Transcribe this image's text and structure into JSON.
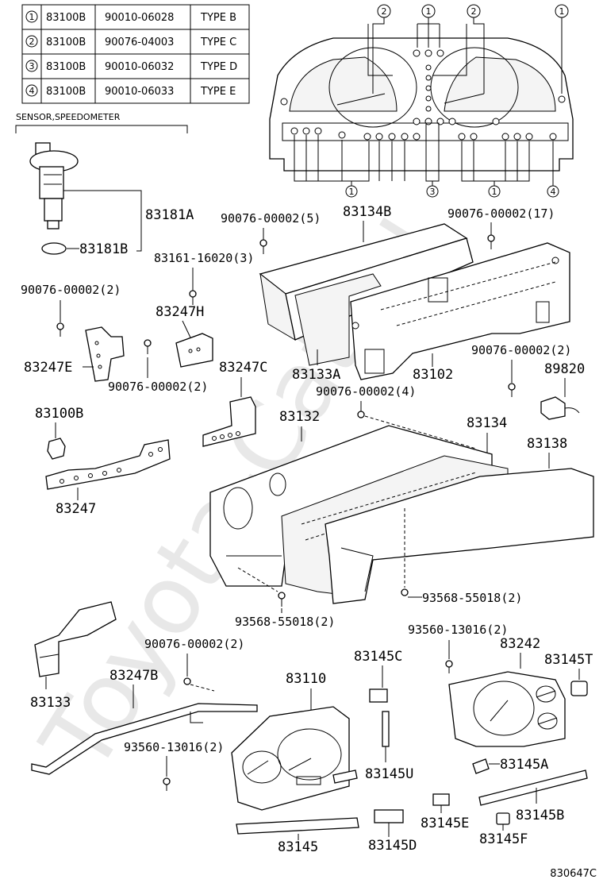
{
  "fastener_table": {
    "rows": [
      {
        "key": "1",
        "part": "83100B",
        "bolt": "90010-06028",
        "type": "TYPE B"
      },
      {
        "key": "2",
        "part": "83100B",
        "bolt": "90076-04003",
        "type": "TYPE C"
      },
      {
        "key": "3",
        "part": "83100B",
        "bolt": "90010-06032",
        "type": "TYPE D"
      },
      {
        "key": "4",
        "part": "83100B",
        "bolt": "90010-06033",
        "type": "TYPE E"
      }
    ]
  },
  "sensor_caption": "SENSOR,SPEEDOMETER",
  "top_callouts": [
    "2",
    "1",
    "2",
    "1"
  ],
  "bottom_callouts": [
    "1",
    "3",
    "1",
    "4"
  ],
  "labels": {
    "p83181A": "83181A",
    "p83181B": "83181B",
    "p83134B": "83134B",
    "s90076_5": "90076-00002(5)",
    "s90076_17": "90076-00002(17)",
    "s83161": "83161-16020(3)",
    "s90076_2a": "90076-00002(2)",
    "p83247H": "83247H",
    "p83247E": "83247E",
    "s90076_2b": "90076-00002(2)",
    "p83247C": "83247C",
    "p83133A": "83133A",
    "p83102": "83102",
    "s90076_2c": "90076-00002(2)",
    "p89820": "89820",
    "s90076_4": "90076-00002(4)",
    "p83100B": "83100B",
    "p83132": "83132",
    "p83134": "83134",
    "p83138": "83138",
    "p83247": "83247",
    "s93568_a": "93568-55018(2)",
    "s93568_b": "93568-55018(2)",
    "s93560_a": "93560-13016(2)",
    "p83242": "83242",
    "p83145C": "83145C",
    "p83145T": "83145T",
    "s90076_2d": "90076-00002(2)",
    "p83247B": "83247B",
    "p83110": "83110",
    "p83133": "83133",
    "s93560_b": "93560-13016(2)",
    "p83145U": "83145U",
    "p83145A": "83145A",
    "p83145E": "83145E",
    "p83145B": "83145B",
    "p83145": "83145",
    "p83145D": "83145D",
    "p83145F": "83145F"
  },
  "watermark": "Toyota-Cat.ru",
  "footer_code": "830647C"
}
